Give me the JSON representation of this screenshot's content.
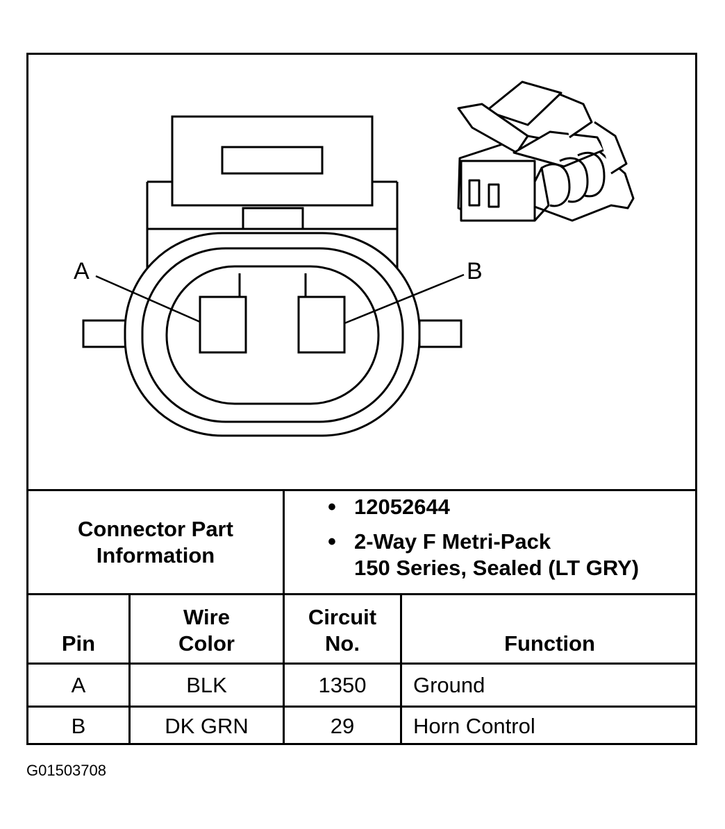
{
  "callouts": {
    "pin_a": "A",
    "pin_b": "B"
  },
  "connector_info": {
    "label_line1": "Connector Part",
    "label_line2": "Information",
    "part_number": "12052644",
    "description_line1": "2-Way F Metri-Pack",
    "description_line2": "150 Series, Sealed (LT GRY)",
    "bullet": "•"
  },
  "pin_table": {
    "headers": {
      "pin": "Pin",
      "wire_color_line1": "Wire",
      "wire_color_line2": "Color",
      "circuit_line1": "Circuit",
      "circuit_line2": "No.",
      "function": "Function"
    },
    "rows": [
      {
        "pin": "A",
        "wire_color": "BLK",
        "circuit": "1350",
        "function": "Ground"
      },
      {
        "pin": "B",
        "wire_color": "DK GRN",
        "circuit": "29",
        "function": "Horn Control"
      }
    ]
  },
  "figure_id": "G01503708"
}
